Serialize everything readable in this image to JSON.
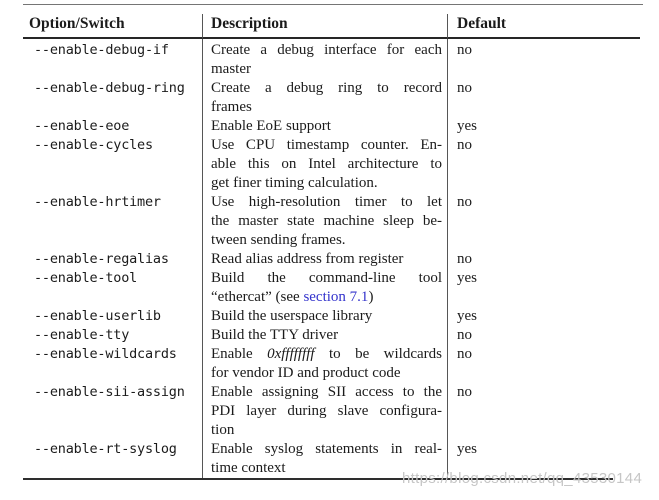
{
  "watermark": "https://blog.csdn.net/qq_43530144",
  "colors": {
    "link": "#3333cc",
    "text": "#1b1b1b",
    "rule_thin": "#757575",
    "rule_thick": "#262626",
    "watermark": "#c6c6c6"
  },
  "table": {
    "columns": [
      "Option/Switch",
      "Description",
      "Default"
    ],
    "rows": [
      {
        "option": "--enable-debug-if",
        "default": "no",
        "description_lines": [
          [
            {
              "t": "Create a debug interface for each"
            }
          ],
          [
            {
              "t": "master"
            }
          ]
        ]
      },
      {
        "option": "--enable-debug-ring",
        "default": "no",
        "description_lines": [
          [
            {
              "t": "Create a debug ring to record"
            }
          ],
          [
            {
              "t": "frames"
            }
          ]
        ]
      },
      {
        "option": "--enable-eoe",
        "default": "yes",
        "description_lines": [
          [
            {
              "t": "Enable EoE support"
            }
          ]
        ]
      },
      {
        "option": "--enable-cycles",
        "default": "no",
        "description_lines": [
          [
            {
              "t": "Use CPU timestamp counter. En-"
            }
          ],
          [
            {
              "t": "able this on Intel architecture to"
            }
          ],
          [
            {
              "t": "get finer timing calculation."
            }
          ]
        ]
      },
      {
        "option": "--enable-hrtimer",
        "default": "no",
        "description_lines": [
          [
            {
              "t": "Use high-resolution timer to let"
            }
          ],
          [
            {
              "t": "the master state machine sleep be-"
            }
          ],
          [
            {
              "t": "tween sending frames."
            }
          ]
        ]
      },
      {
        "option": "--enable-regalias",
        "default": "no",
        "description_lines": [
          [
            {
              "t": "Read alias address from register"
            }
          ]
        ]
      },
      {
        "option": "--enable-tool",
        "default": "yes",
        "description_lines": [
          [
            {
              "t": "Build the command-line tool"
            }
          ],
          [
            {
              "t": "“ethercat” (see "
            },
            {
              "t": "section 7.1",
              "s": "link"
            },
            {
              "t": ")"
            }
          ]
        ]
      },
      {
        "option": "--enable-userlib",
        "default": "yes",
        "description_lines": [
          [
            {
              "t": "Build the userspace library"
            }
          ]
        ]
      },
      {
        "option": "--enable-tty",
        "default": "no",
        "description_lines": [
          [
            {
              "t": "Build the TTY driver"
            }
          ]
        ]
      },
      {
        "option": "--enable-wildcards",
        "default": "no",
        "description_lines": [
          [
            {
              "t": "Enable "
            },
            {
              "t": "0xffffffff",
              "s": "i"
            },
            {
              "t": " to be wildcards"
            }
          ],
          [
            {
              "t": "for vendor ID and product code"
            }
          ]
        ]
      },
      {
        "option": "--enable-sii-assign",
        "default": "no",
        "description_lines": [
          [
            {
              "t": "Enable assigning SII access to the"
            }
          ],
          [
            {
              "t": "PDI layer during slave configura-"
            }
          ],
          [
            {
              "t": "tion"
            }
          ]
        ]
      },
      {
        "option": "--enable-rt-syslog",
        "default": "yes",
        "description_lines": [
          [
            {
              "t": "Enable syslog statements in real-"
            }
          ],
          [
            {
              "t": "time context"
            }
          ]
        ]
      }
    ]
  }
}
